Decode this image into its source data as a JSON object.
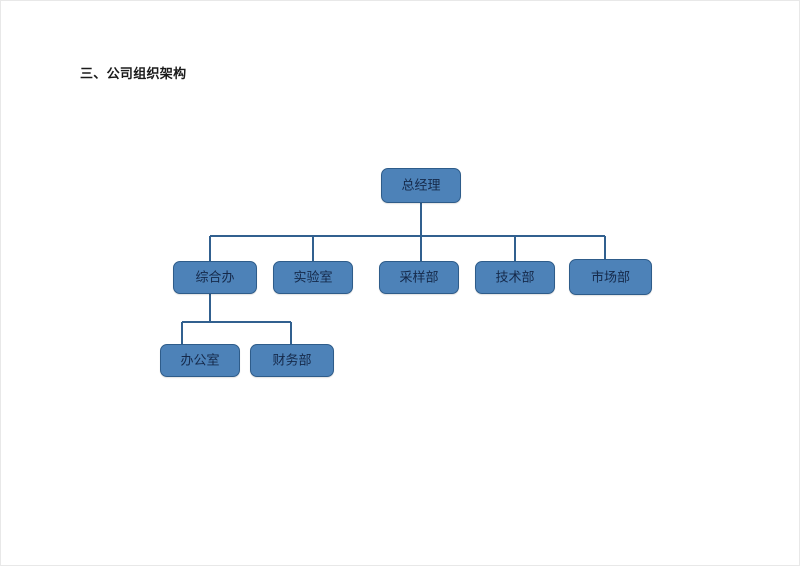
{
  "document": {
    "heading": "三、公司组织架构"
  },
  "theme": {
    "node_fill": "#4d82b8",
    "node_border": "#2e5c8a",
    "connector": "#31608f",
    "text": "#15294a",
    "page_background": "#ffffff"
  },
  "chart_data": {
    "type": "diagram",
    "title": "三、公司组织架构",
    "orientation": "top-down",
    "nodes": [
      {
        "id": "gm",
        "label": "总经理",
        "level": 0,
        "parent": null
      },
      {
        "id": "zhb",
        "label": "综合办",
        "level": 1,
        "parent": "gm"
      },
      {
        "id": "sys",
        "label": "实验室",
        "level": 1,
        "parent": "gm"
      },
      {
        "id": "cyb",
        "label": "采样部",
        "level": 1,
        "parent": "gm"
      },
      {
        "id": "jsb",
        "label": "技术部",
        "level": 1,
        "parent": "gm"
      },
      {
        "id": "scb",
        "label": "市场部",
        "level": 1,
        "parent": "gm"
      },
      {
        "id": "bgs",
        "label": "办公室",
        "level": 2,
        "parent": "zhb"
      },
      {
        "id": "cwb",
        "label": "财务部",
        "level": 2,
        "parent": "zhb"
      }
    ],
    "edges": [
      {
        "from": "gm",
        "to": "zhb"
      },
      {
        "from": "gm",
        "to": "sys"
      },
      {
        "from": "gm",
        "to": "cyb"
      },
      {
        "from": "gm",
        "to": "jsb"
      },
      {
        "from": "gm",
        "to": "scb"
      },
      {
        "from": "zhb",
        "to": "bgs"
      },
      {
        "from": "zhb",
        "to": "cwb"
      }
    ]
  },
  "nodes": {
    "gm": {
      "label": "总经理"
    },
    "zhb": {
      "label": "综合办"
    },
    "sys": {
      "label": "实验室"
    },
    "cyb": {
      "label": "采样部"
    },
    "jsb": {
      "label": "技术部"
    },
    "scb": {
      "label": "市场部"
    },
    "bgs": {
      "label": "办公室"
    },
    "cwb": {
      "label": "财务部"
    }
  }
}
